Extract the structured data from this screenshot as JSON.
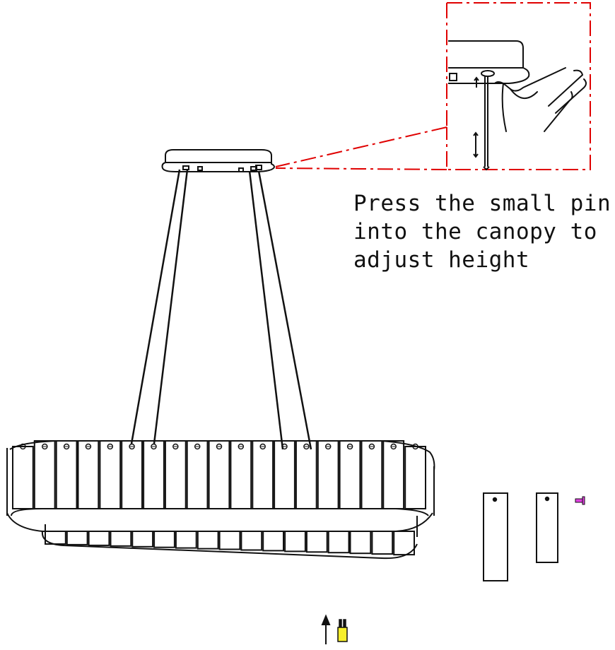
{
  "caption": {
    "line1": "Press the small pin",
    "line2": "into the canopy to",
    "line3": "adjust height"
  },
  "colors": {
    "line": "#111111",
    "callout": "#e00000",
    "nut_yellow": "#f7ef2a",
    "screw_magenta": "#e040e0"
  },
  "parts": {
    "crystal_count_front_row": 19,
    "panel_count": 2
  }
}
